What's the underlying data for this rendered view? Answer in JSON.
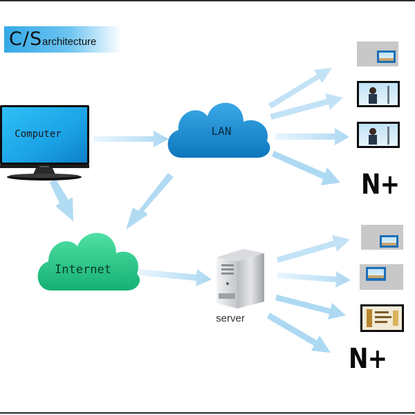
{
  "header": {
    "title_main": "C/S",
    "title_sub": "architecture"
  },
  "nodes": {
    "computer": "Computer",
    "lan": "LAN",
    "internet": "Internet",
    "server": "server"
  },
  "endpoints": {
    "lan_overflow": "N+",
    "server_overflow": "N+"
  },
  "colors": {
    "accent": "#35a9e6",
    "lan_cloud": "#1a8fd3",
    "internet_cloud": "#27c989",
    "arrow": "#bfe0f5"
  }
}
